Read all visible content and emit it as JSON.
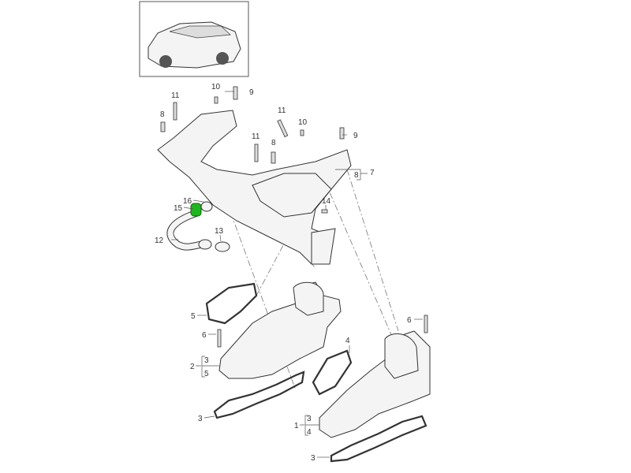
{
  "diagram": {
    "thumbnail": "vehicle-overview-car",
    "highlight_color": "#1fb51f",
    "callouts": [
      "10",
      "9",
      "11",
      "8",
      "11",
      "10",
      "9",
      "11",
      "8",
      "8",
      "7",
      "16",
      "15",
      "14",
      "13",
      "12",
      "5",
      "6",
      "2",
      "3",
      "5",
      "4",
      "6",
      "3",
      "1",
      "3",
      "4",
      "3"
    ]
  }
}
